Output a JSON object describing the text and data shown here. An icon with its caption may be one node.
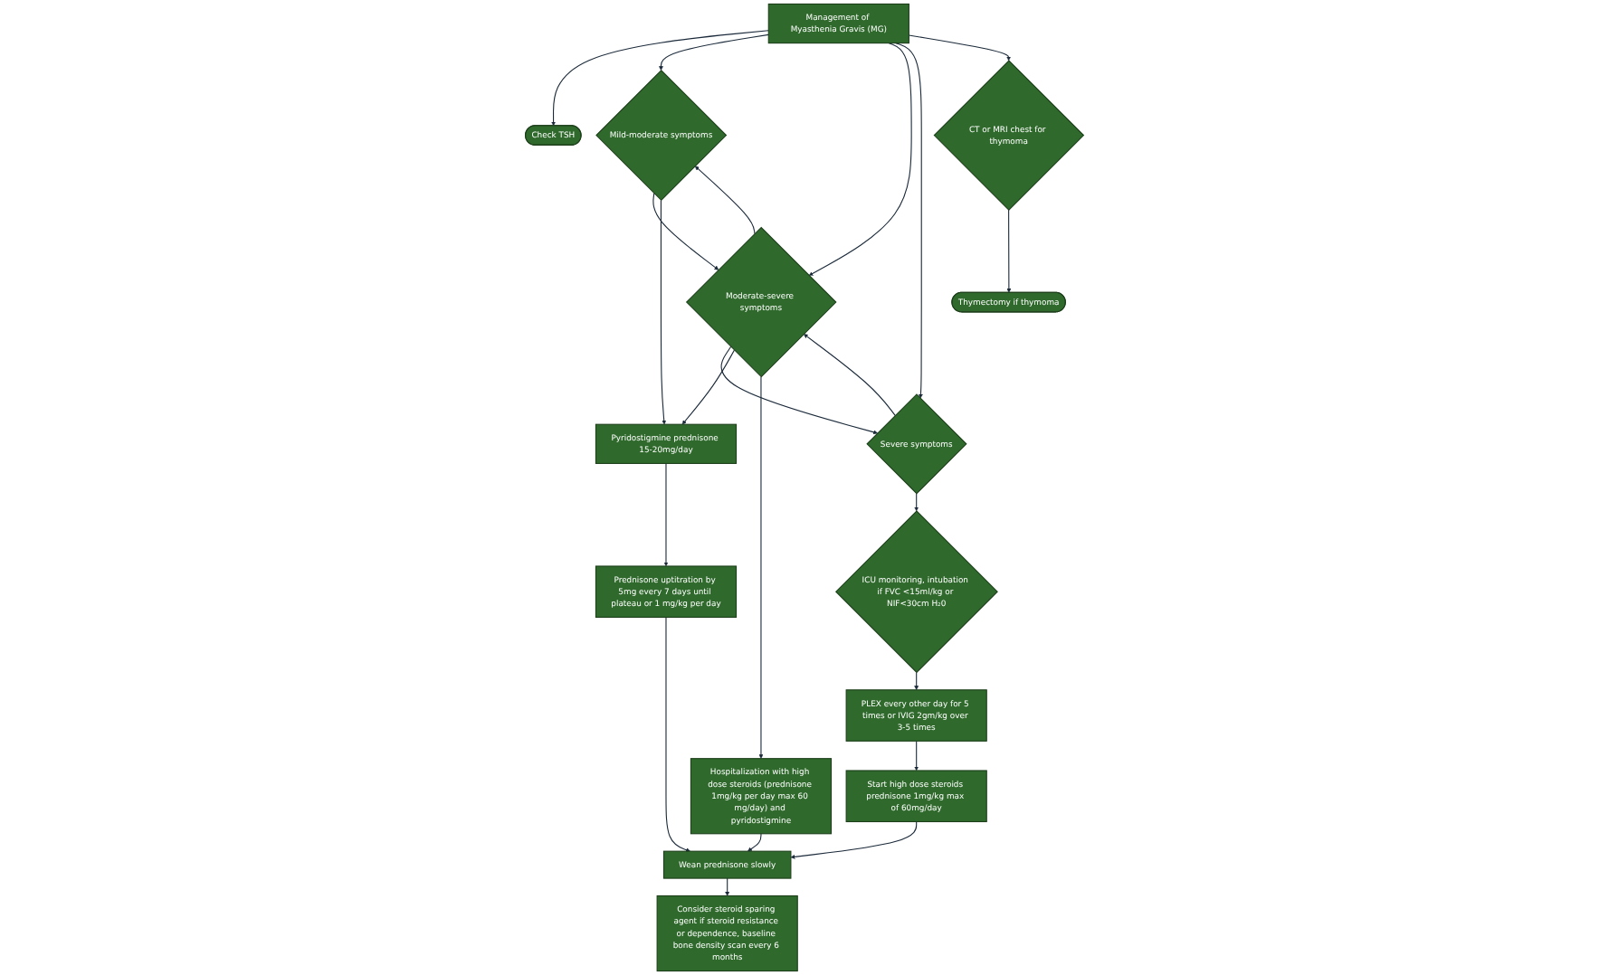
{
  "diagram": {
    "nodes": [
      {
        "text": [
          "Management of Myasthenia Gravis (MG)"
        ]
      },
      {
        "text": [
          "Check TSH"
        ]
      },
      {
        "text": [
          "Mild-moderate symptoms"
        ]
      },
      {
        "text": [
          "Moderate-severe symptoms"
        ]
      },
      {
        "text": [
          "Severe symptoms"
        ]
      },
      {
        "text": [
          "CT or MRI chest for thymoma"
        ]
      },
      {
        "text": [
          "Pyridostigmine prednisone 15-20mg/day"
        ]
      },
      {
        "text": [
          "Hospitalization with high dose steroids (prednisone 1mg/kg per day max 60 mg/day) and pyridostigmine"
        ]
      },
      {
        "text": [
          "ICU monitoring, intubation if FVC <15ml/kg or NIF<30cm H₂0"
        ]
      },
      {
        "text": [
          "Thymectomy if thymoma"
        ]
      },
      {
        "text": [
          "Prednisone uptitration by 5mg every 7 days until plateau or 1 mg/kg per day"
        ]
      },
      {
        "text": [
          "PLEX every other day for 5 times or IVIG 2gm/kg over 3-5 times"
        ]
      },
      {
        "text": [
          "Wean prednisone slowly"
        ]
      },
      {
        "text": [
          "Start high dose steroids prednisone 1mg/kg max of 60mg/day"
        ]
      },
      {
        "text": [
          "Consider steroid sparing agent if steroid resistance or dependence, baseline bone density scan every 6 months"
        ]
      }
    ],
    "edges": [
      {
        "from": 0,
        "to": 1,
        "arrow": "to"
      },
      {
        "from": 0,
        "to": 2,
        "arrow": "to"
      },
      {
        "from": 0,
        "to": 3,
        "arrow": "to"
      },
      {
        "from": 0,
        "to": 4,
        "arrow": "to"
      },
      {
        "from": 0,
        "to": 5,
        "arrow": "to"
      },
      {
        "from": 3,
        "to": 2,
        "arrow": "to"
      },
      {
        "from": 2,
        "to": 3,
        "arrow": "to"
      },
      {
        "from": 4,
        "to": 3,
        "arrow": "to"
      },
      {
        "from": 3,
        "to": 4,
        "arrow": "to"
      },
      {
        "from": 2,
        "to": 6,
        "arrow": "to"
      },
      {
        "from": 3,
        "to": 6,
        "arrow": "to"
      },
      {
        "from": 3,
        "to": 7,
        "arrow": "to"
      },
      {
        "from": 4,
        "to": 8,
        "arrow": "to"
      },
      {
        "from": 5,
        "to": 9,
        "arrow": "to"
      },
      {
        "from": 6,
        "to": 10,
        "arrow": "to"
      },
      {
        "from": 10,
        "to": 12,
        "arrow": "to"
      },
      {
        "from": 7,
        "to": 12,
        "arrow": "to"
      },
      {
        "from": 8,
        "to": 11,
        "arrow": "to"
      },
      {
        "from": 11,
        "to": 13,
        "arrow": "to"
      },
      {
        "from": 13,
        "to": 12,
        "arrow": "to"
      },
      {
        "from": 12,
        "to": 14,
        "arrow": "to"
      }
    ]
  }
}
